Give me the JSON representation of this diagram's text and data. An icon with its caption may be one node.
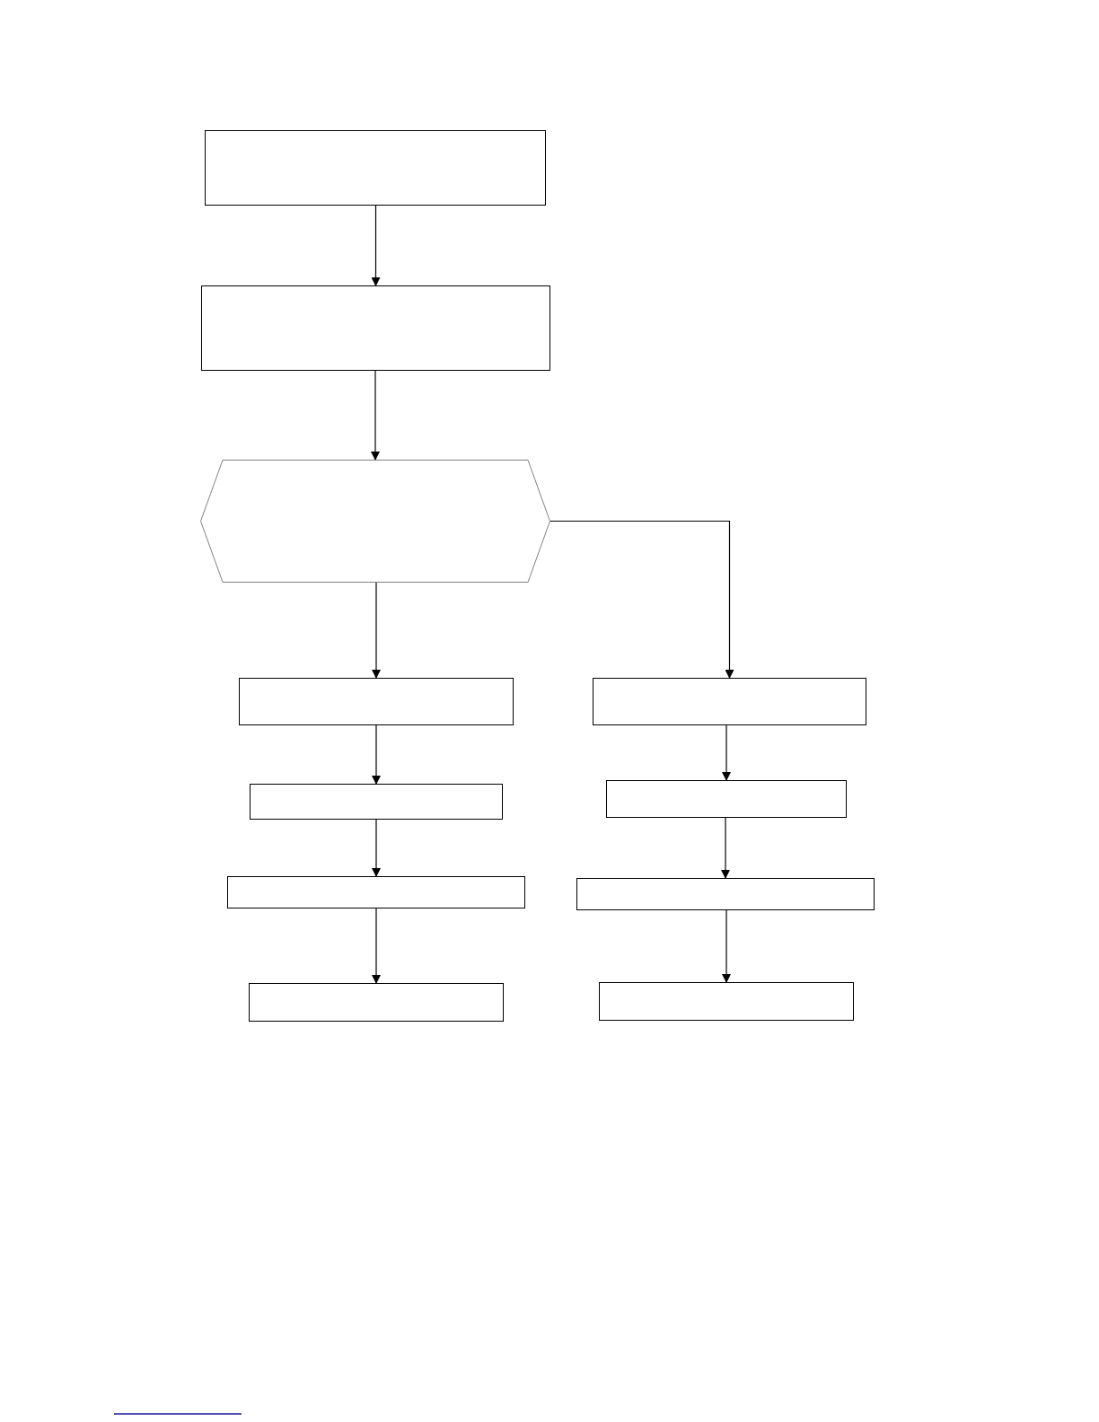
{
  "diagram": {
    "nodes": [
      {
        "text": [],
        "shape": "box"
      },
      {
        "text": [],
        "shape": "box"
      },
      {
        "text": [],
        "shape": "hexagon"
      },
      {
        "text": [],
        "shape": "box"
      },
      {
        "text": [],
        "shape": "box"
      },
      {
        "text": [],
        "shape": "box"
      },
      {
        "text": [],
        "shape": "box"
      },
      {
        "text": [],
        "shape": "box"
      },
      {
        "text": [],
        "shape": "box"
      },
      {
        "text": [],
        "shape": "box"
      },
      {
        "text": [],
        "shape": "box"
      }
    ],
    "edges": [
      {
        "from": 0,
        "to": 1,
        "arrow": "to"
      },
      {
        "from": 1,
        "to": 2,
        "arrow": "to"
      },
      {
        "from": 2,
        "to": 3,
        "arrow": "to"
      },
      {
        "from": 2,
        "to": 7,
        "arrow": "to"
      },
      {
        "from": 3,
        "to": 4,
        "arrow": "to"
      },
      {
        "from": 4,
        "to": 5,
        "arrow": "to"
      },
      {
        "from": 5,
        "to": 6,
        "arrow": "to"
      },
      {
        "from": 7,
        "to": 8,
        "arrow": "to"
      },
      {
        "from": 8,
        "to": 9,
        "arrow": "to"
      },
      {
        "from": 9,
        "to": 10,
        "arrow": "to"
      }
    ]
  }
}
